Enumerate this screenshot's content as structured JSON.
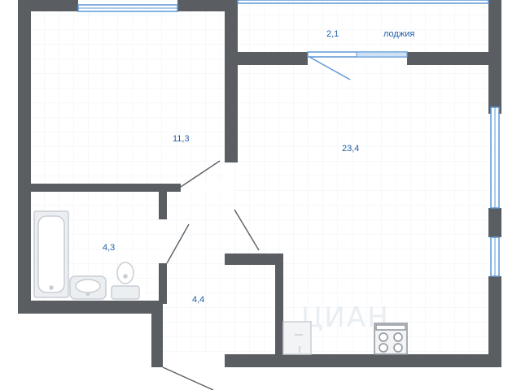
{
  "plan": {
    "colors": {
      "wall": "#5a5e63",
      "floor": "#ffffff",
      "grid": "#eef2f6",
      "window": "#5b97d6",
      "label": "#1f5fa8",
      "fixture": "#d9dde2"
    },
    "rooms": [
      {
        "id": "bedroom",
        "area": "11,3"
      },
      {
        "id": "living",
        "area": "23,4"
      },
      {
        "id": "loggia",
        "area": "2,1",
        "name": "лоджия"
      },
      {
        "id": "bathroom",
        "area": "4,3"
      },
      {
        "id": "hallway",
        "area": "4,4"
      }
    ],
    "fixtures": [
      "bathtub-icon",
      "sink-icon",
      "toilet-icon",
      "fridge-icon",
      "stove-icon"
    ],
    "watermark": "ЦИАН"
  }
}
